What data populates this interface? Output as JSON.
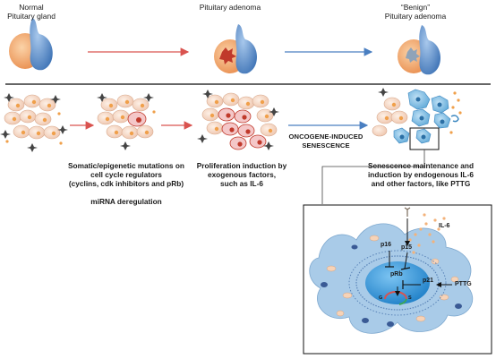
{
  "stages": {
    "normal": [
      "Normal",
      "Pituitary gland"
    ],
    "adenoma": [
      "Pituitary adenoma"
    ],
    "benign": [
      "“Benign”",
      "Pituitary adenoma"
    ]
  },
  "captions": {
    "mutations": [
      "Somatic/epigenetic mutations on",
      "cell cycle regulators",
      "(cyclins, cdk inhibitors and pRb)"
    ],
    "mirna": "miRNA deregulation",
    "proliferation": [
      "Proliferation induction by",
      "exogenous factors,",
      "such as IL-6"
    ],
    "senescence": [
      "ONCOGENE-INDUCED",
      "SENESCENCE"
    ],
    "maintenance": [
      "Senescence maintenance and",
      "induction by endogenous IL-6",
      "and other factors, like PTTG"
    ]
  },
  "inset": {
    "il6": "IL-6",
    "p16": "p16",
    "p15": "p15",
    "prb": "pRb",
    "p21": "p21",
    "pttg": "PTTG",
    "g1": "G",
    "s": "S"
  },
  "colors": {
    "gland_orange": "#f2a36a",
    "gland_blue": "#5b8fc9",
    "red_arrow": "#d9534f",
    "blue_arrow": "#4a7fc1",
    "cell_fill": "#f6d9c8",
    "inset_cell": "#a9cbe8",
    "nucleus": "#2d8fd2"
  }
}
